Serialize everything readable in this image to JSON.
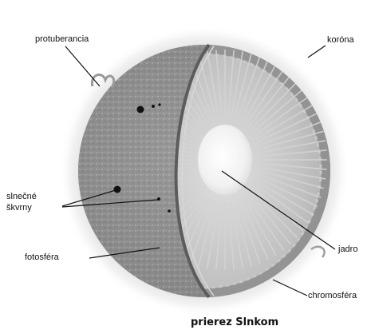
{
  "labels": {
    "prominence": "protuberancia",
    "corona": "koróna",
    "sunspots_line1": "slnečné",
    "sunspots_line2": "škvrny",
    "photosphere": "fotosféra",
    "core": "jadro",
    "chromosphere": "chromosféra"
  },
  "caption": "prierez Slnkom",
  "colors": {
    "background": "#ffffff",
    "surface": "#8f8f8f",
    "interior": "#b8b8b8",
    "core": "#f7f7f7",
    "leader_line": "#111111"
  }
}
